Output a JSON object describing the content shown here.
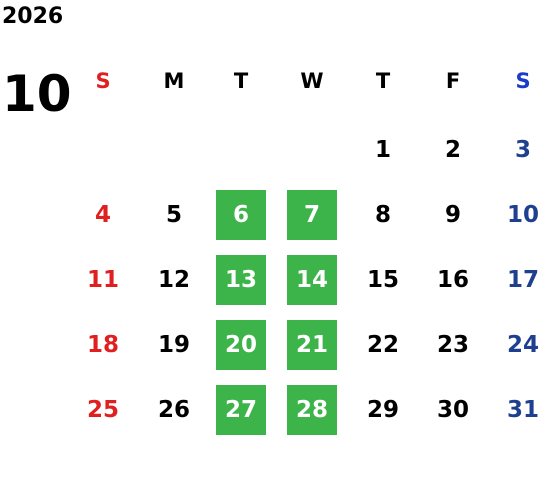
{
  "calendar": {
    "year": "2026",
    "month": "10",
    "weekdays": [
      "S",
      "M",
      "T",
      "W",
      "T",
      "F",
      "S"
    ],
    "first_weekday_index": 4,
    "days_in_month": 31,
    "highlighted_days": [
      6,
      7,
      13,
      14,
      20,
      21,
      27,
      28
    ]
  },
  "colors": {
    "sunday": "#e02020",
    "saturday_header": "#1a3cc8",
    "saturday_day": "#1f3f8f",
    "default": "#000000",
    "highlight_bg": "#3cb44a",
    "highlight_text": "#ffffff"
  }
}
